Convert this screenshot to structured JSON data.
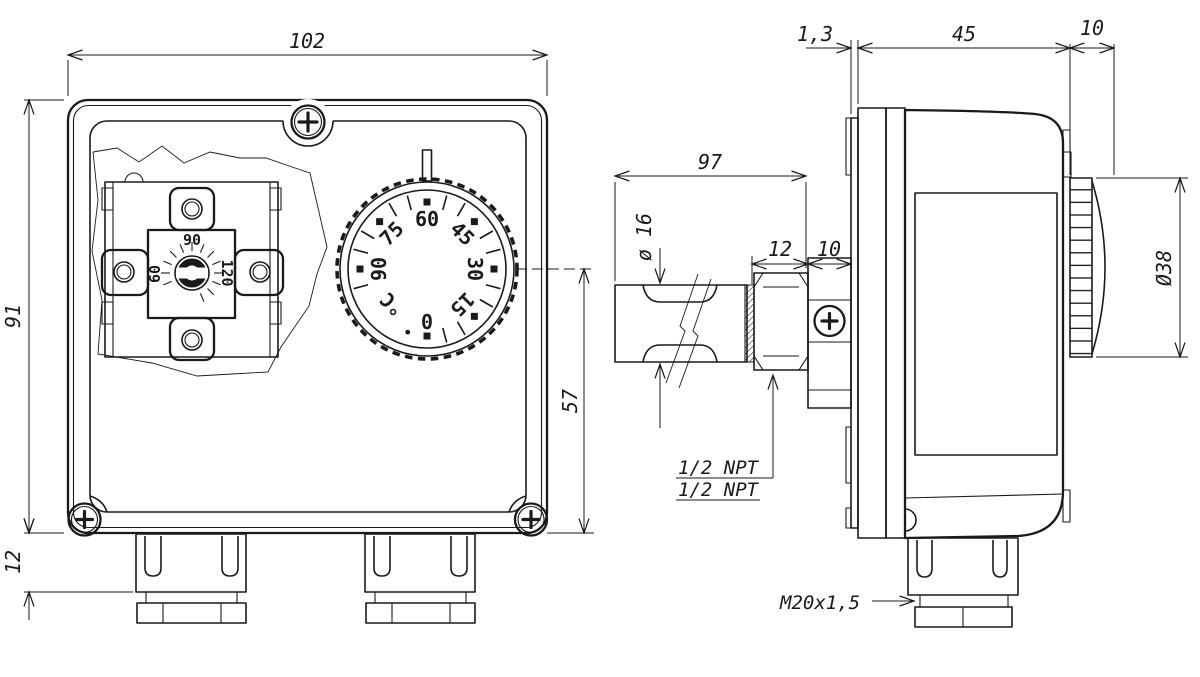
{
  "front_view": {
    "dims": {
      "width": "102",
      "height": "91",
      "gland_height": "12",
      "dial_center_to_bottom": "57"
    },
    "dial": {
      "scale": [
        "60",
        "45",
        "30",
        "15",
        "0",
        "°C",
        "90",
        "75"
      ]
    },
    "switch": {
      "scale": [
        "90",
        "60",
        "120"
      ]
    }
  },
  "side_view": {
    "dims": {
      "back_plate_thickness": "1,3",
      "body_depth": "45",
      "knob_depth": "10",
      "probe_length": "97",
      "thread_length": "12",
      "standoff": "10",
      "probe_diameter": "ø 16",
      "knob_diameter": "Ø38"
    },
    "labels": {
      "process_thread_option_1": "1/2 NPT",
      "process_thread_option_2": "1/2 NPT",
      "cable_gland_thread": "M20x1,5"
    }
  }
}
